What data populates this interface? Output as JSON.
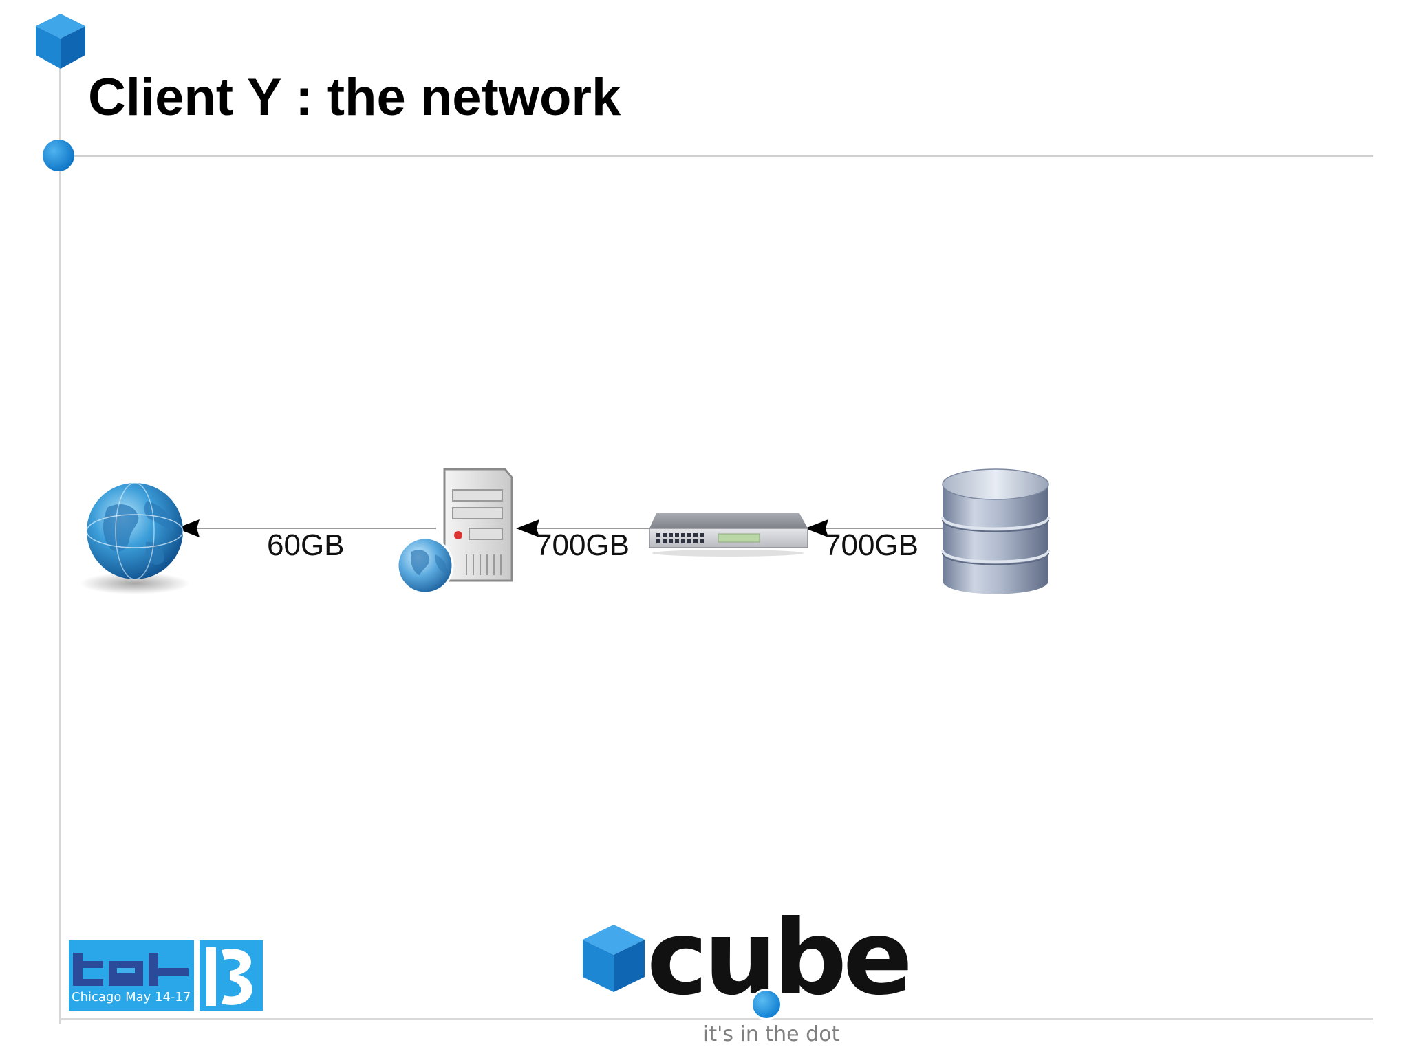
{
  "slide": {
    "title": "Client Y : the network"
  },
  "diagram": {
    "nodes": [
      {
        "id": "internet",
        "icon": "globe-icon"
      },
      {
        "id": "web-server",
        "icon": "web-server-icon"
      },
      {
        "id": "switch",
        "icon": "network-switch-icon"
      },
      {
        "id": "database",
        "icon": "database-icon"
      }
    ],
    "edges": [
      {
        "from": "web-server",
        "to": "internet",
        "label": "60GB"
      },
      {
        "from": "switch",
        "to": "web-server",
        "label": "700GB"
      },
      {
        "from": "database",
        "to": "switch",
        "label": "700GB"
      }
    ]
  },
  "footer": {
    "event_logo": "tek13",
    "event_subtitle": "Chicago May 14-17",
    "brand_logo": "cube",
    "brand_tagline": "it's in the dot"
  },
  "colors": {
    "accent_blue": "#1a86d6",
    "tek_blue": "#2aa7e8",
    "tek_navy": "#2b4a9a"
  }
}
